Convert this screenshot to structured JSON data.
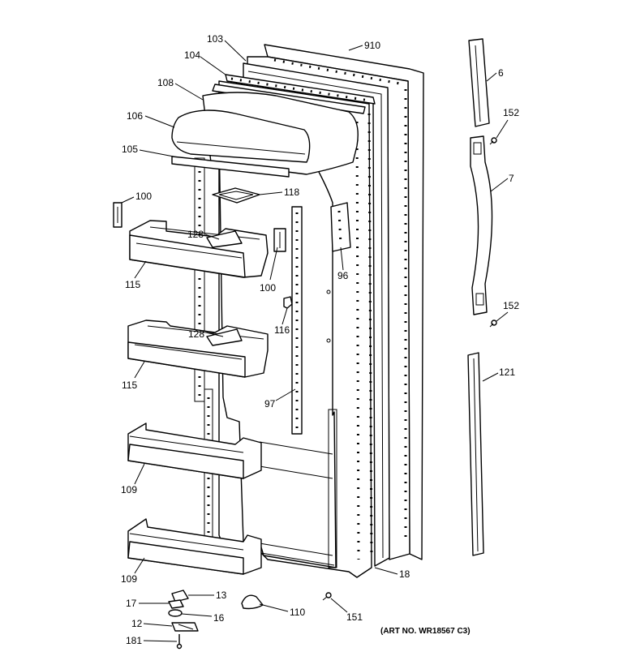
{
  "callouts": {
    "c103": "103",
    "c104": "104",
    "c108": "108",
    "c106": "106",
    "c105": "105",
    "c910": "910",
    "c6": "6",
    "c152a": "152",
    "c7": "7",
    "c100a": "100",
    "c118": "118",
    "c128a": "128",
    "c115a": "115",
    "c100b": "100",
    "c96": "96",
    "c116": "116",
    "c152b": "152",
    "c128b": "128",
    "c115b": "115",
    "c121": "121",
    "c97": "97",
    "c109a": "109",
    "c109b": "109",
    "c18": "18",
    "c13": "13",
    "c17": "17",
    "c16": "16",
    "c110": "110",
    "c151": "151",
    "c12": "12",
    "c181": "181"
  },
  "art_number": "(ART NO. WR18567 C3)"
}
